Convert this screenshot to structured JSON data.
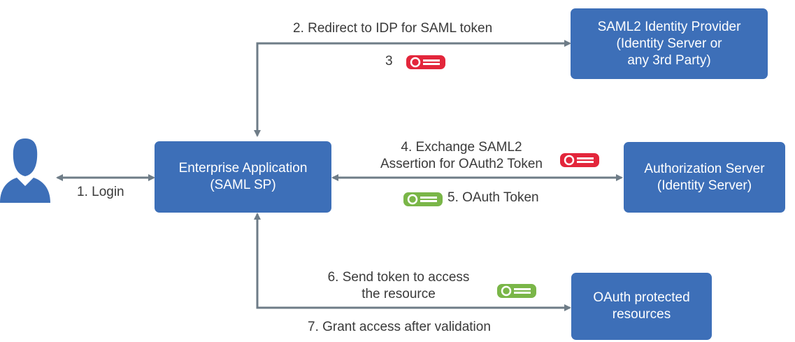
{
  "colors": {
    "box": "#3d6fb8",
    "arrow": "#6e7c87",
    "text": "#3a3a3a",
    "token_saml": "#e3263b",
    "token_oauth": "#7ab648"
  },
  "nodes": {
    "idp": {
      "lines": [
        "SAML2 Identity Provider",
        "(Identity Server or",
        "any 3rd Party)"
      ]
    },
    "app": {
      "lines": [
        "Enterprise Application",
        "(SAML SP)"
      ]
    },
    "auth": {
      "lines": [
        "Authorization Server",
        "(Identity Server)"
      ]
    },
    "resources": {
      "lines": [
        "OAuth protected",
        "resources"
      ]
    },
    "user": {
      "icon": "user-icon"
    }
  },
  "labels": {
    "login": "1. Login",
    "redirect": "2. Redirect to IDP for SAML token",
    "step3": "3",
    "exchange": [
      "4. Exchange SAML2",
      "Assertion for OAuth2 Token"
    ],
    "oauth_token": "5. OAuth Token",
    "send_token": [
      "6. Send token to access",
      "the resource"
    ],
    "grant": "7. Grant access after validation"
  },
  "tokens": {
    "step3": {
      "type": "saml",
      "icon": "saml-token-icon"
    },
    "step4": {
      "type": "saml",
      "icon": "saml-token-icon"
    },
    "step5": {
      "type": "oauth",
      "icon": "oauth-token-icon"
    },
    "step6": {
      "type": "oauth",
      "icon": "oauth-token-icon"
    }
  }
}
